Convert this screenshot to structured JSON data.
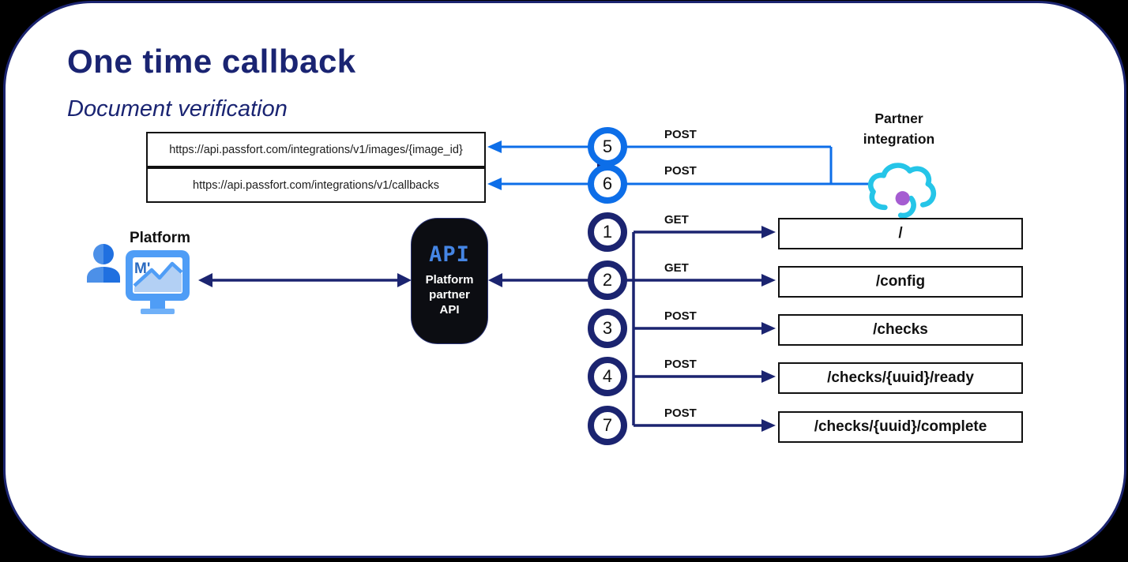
{
  "page": {
    "title": "One time callback",
    "subtitle": "Document verification"
  },
  "colors": {
    "navy": "#1b2470",
    "blue": "#0d6ee8",
    "cyan": "#25c5e8",
    "purple": "#a55cd1",
    "title_navy": "#1a2472",
    "api_logo_blue": "#4585e4"
  },
  "platform": {
    "label": "Platform",
    "monitor_logo": "M'"
  },
  "api_box": {
    "logo": "API",
    "label": "Platform partner API"
  },
  "partner": {
    "label": "Partner integration"
  },
  "callback_rows": [
    {
      "step": "5",
      "method": "POST",
      "url": "https://api.passfort.com/integrations/v1/images/{image_id}"
    },
    {
      "step": "6",
      "method": "POST",
      "url": "https://api.passfort.com/integrations/v1/callbacks"
    }
  ],
  "request_rows": [
    {
      "step": "1",
      "method": "GET",
      "endpoint": "/"
    },
    {
      "step": "2",
      "method": "GET",
      "endpoint": "/config"
    },
    {
      "step": "3",
      "method": "POST",
      "endpoint": "/checks"
    },
    {
      "step": "4",
      "method": "POST",
      "endpoint": "/checks/{uuid}/ready"
    },
    {
      "step": "7",
      "method": "POST",
      "endpoint": "/checks/{uuid}/complete"
    }
  ]
}
